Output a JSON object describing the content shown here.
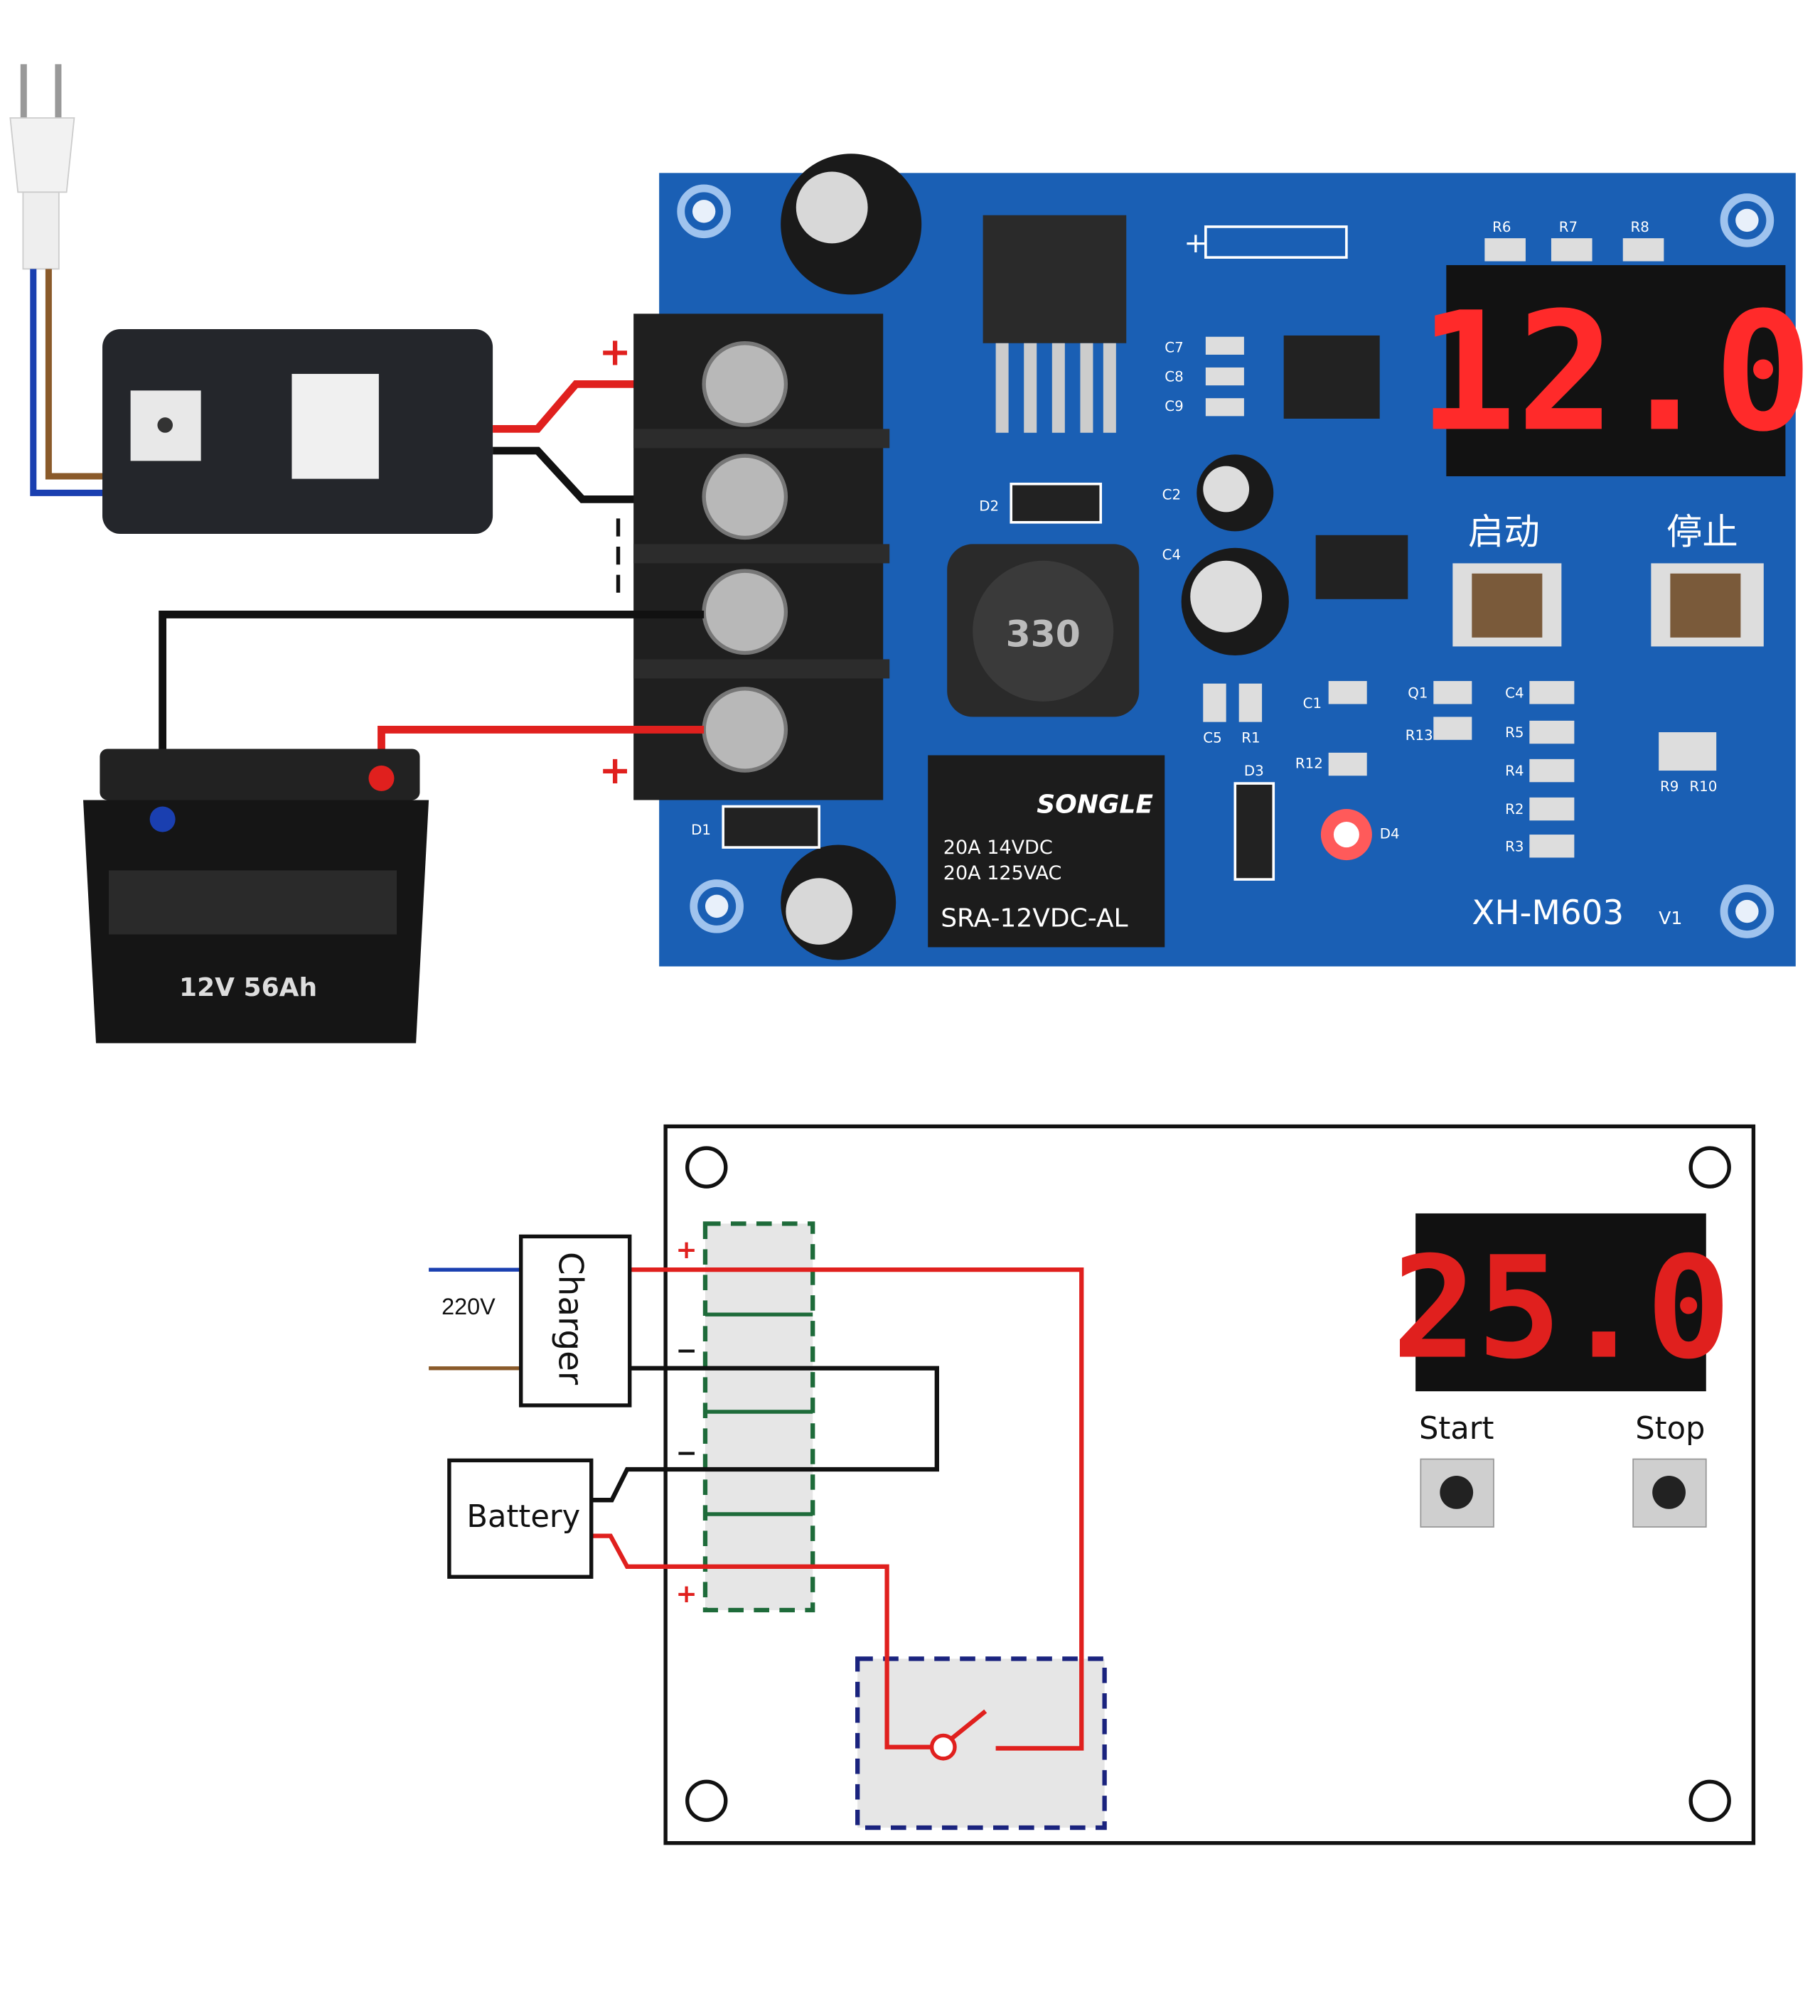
{
  "photo": {
    "terminal_plus_top": "+",
    "terminal_plus_bottom": "+",
    "pcb_display_value": "12.0",
    "start_label_cn": "启动",
    "stop_label_cn": "停止",
    "inductor_label": "330",
    "header_label": "+",
    "relay": {
      "brand": "SONGLE",
      "rating1": "20A 14VDC",
      "rating2": "20A 125VAC",
      "model": "SRA-12VDC-AL"
    },
    "board_model": "XH-M603",
    "board_version": "V1",
    "silkscreen": [
      "C7",
      "C8",
      "C9",
      "C2",
      "C4",
      "D2",
      "D1",
      "D3",
      "D4",
      "C5",
      "R1",
      "C1",
      "R12",
      "R13",
      "Q1",
      "C4",
      "R5",
      "R4",
      "R2",
      "R3",
      "R9",
      "R10",
      "R6",
      "R7",
      "R8"
    ],
    "battery_label": "12V 56Ah"
  },
  "schematic": {
    "charger_label": "Charger",
    "battery_label": "Battery",
    "voltage_label": "220V",
    "terminal_signs": [
      "+",
      "−",
      "−",
      "+"
    ],
    "display_value": "25.0",
    "start_label": "Start",
    "stop_label": "Stop"
  },
  "colors": {
    "pcb": "#1a5fb4",
    "wire_red": "#e0201e",
    "wire_black": "#111111",
    "wire_blue": "#1a3fb0",
    "wire_brown": "#8a5a2a",
    "terminal_dash": "#1e6b3a",
    "relay_dash": "#1a237e",
    "led_red": "#ff2a2a"
  }
}
